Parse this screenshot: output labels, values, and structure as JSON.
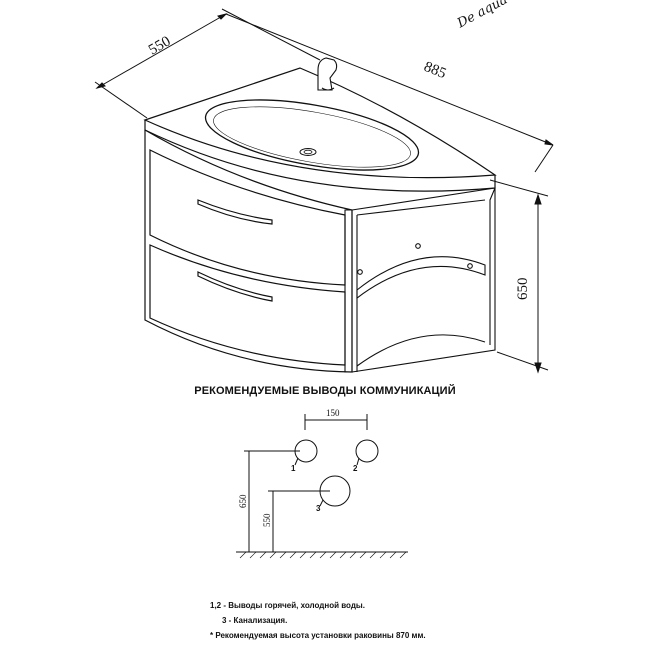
{
  "brand": "De aqua",
  "dimensions": {
    "width": "550",
    "length": "885",
    "height": "650"
  },
  "connections": {
    "heading": "РЕКОМЕНДУЕМЫЕ ВЫВОДЫ КОММУНИКАЦИЙ",
    "spacing": "150",
    "water_height": "650",
    "drain_height": "550",
    "labels": [
      "1",
      "2",
      "3"
    ]
  },
  "notes": [
    "1,2 - Выводы горячей, холодной воды.",
    "3 - Канализация.",
    "* Рекомендуемая высота установки раковины 870 мм."
  ]
}
